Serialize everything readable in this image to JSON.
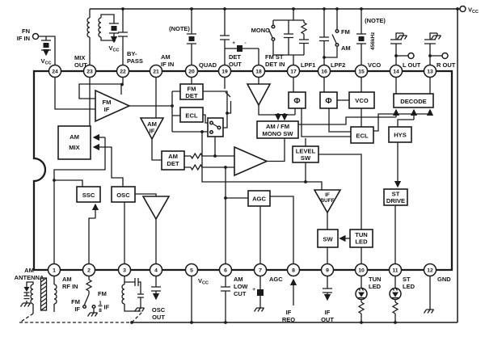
{
  "diagram_type": "am-fm-radio-ic-block-diagram",
  "colors": {
    "line": "#1b1b1b",
    "bg": "#ffffff",
    "text": "#111111"
  },
  "vcc": {
    "v": "V",
    "cc": "CC"
  },
  "terminals": {
    "fn_line1": "FN",
    "fn_line2": "IF IN"
  },
  "notes": {
    "note1": "(NOTE)",
    "note2": "(NOTE)",
    "freq": "456kHz",
    "mono": "MONO",
    "fm": "FM",
    "am": "AM",
    "plus": "+",
    "minus": "-",
    "plus7": "+"
  },
  "top_pins": [
    {
      "num": "24"
    },
    {
      "num": "23",
      "l1": "MIX",
      "l2": "OUT"
    },
    {
      "num": "22",
      "l1": "BY-",
      "l2": "PASS"
    },
    {
      "num": "21",
      "l1": "AM",
      "l2": "IF IN"
    },
    {
      "num": "20",
      "l1": "QUAD"
    },
    {
      "num": "19",
      "l1": "DET",
      "l2": "OUT"
    },
    {
      "num": "18",
      "l1": "FM ST",
      "l2": "DET IN"
    },
    {
      "num": "17",
      "l1": "LPF1"
    },
    {
      "num": "16",
      "l1": "LPF2"
    },
    {
      "num": "15",
      "l1": "VCO"
    },
    {
      "num": "14",
      "l1": "L OUT"
    },
    {
      "num": "13",
      "l1": "R OUT"
    }
  ],
  "bottom_pins": [
    {
      "num": "1",
      "l1": "AM",
      "l2": "RF IN"
    },
    {
      "num": "2"
    },
    {
      "num": "3"
    },
    {
      "num": "4"
    },
    {
      "num": "5"
    },
    {
      "num": "6",
      "l1": "AM",
      "l2": "LOW",
      "l3": "CUT"
    },
    {
      "num": "7",
      "l1": "AGC"
    },
    {
      "num": "8"
    },
    {
      "num": "9"
    },
    {
      "num": "10",
      "l1": "TUN",
      "l2": "LED"
    },
    {
      "num": "11",
      "l1": "ST",
      "l2": "LED"
    },
    {
      "num": "12",
      "l1": "GND"
    }
  ],
  "blocks": {
    "fm_if1": "FM",
    "fm_if2": "IF",
    "am_if1": "AM",
    "am_if2": "IF",
    "fm_det1": "FM",
    "fm_det2": "DET",
    "ecl_a": "ECL",
    "am_mix1": "AM",
    "am_mix2": "MIX",
    "am_det1": "AM",
    "am_det2": "DET",
    "mono_sw1": "AM / FM",
    "mono_sw2": "MONO SW",
    "phi_a": "Φ",
    "phi_b": "Φ",
    "vco": "VCO",
    "decode": "DECODE",
    "ecl_b": "ECL",
    "hys": "HYS",
    "level_sw1": "LEVEL",
    "level_sw2": "SW",
    "ssc": "SSC",
    "osc": "OSC",
    "agc": "AGC",
    "if_buff1": "IF",
    "if_buff2": "BUFF",
    "sw": "SW",
    "tun_led1": "TUN",
    "tun_led2": "LED",
    "st_drive1": "ST",
    "st_drive2": "DRIVE"
  },
  "ext": {
    "ant1": "AM",
    "ant2": "ANTENNA",
    "fmif1": "FM",
    "fmif2": "IF",
    "fm2": "FM",
    "frac_n": "1",
    "frac_d": "8",
    "frac_s": "IF",
    "osc1": "OSC",
    "osc2": "OUT",
    "req1": "IF",
    "req2": "REQ",
    "out1": "IF",
    "out2": "OUT"
  }
}
